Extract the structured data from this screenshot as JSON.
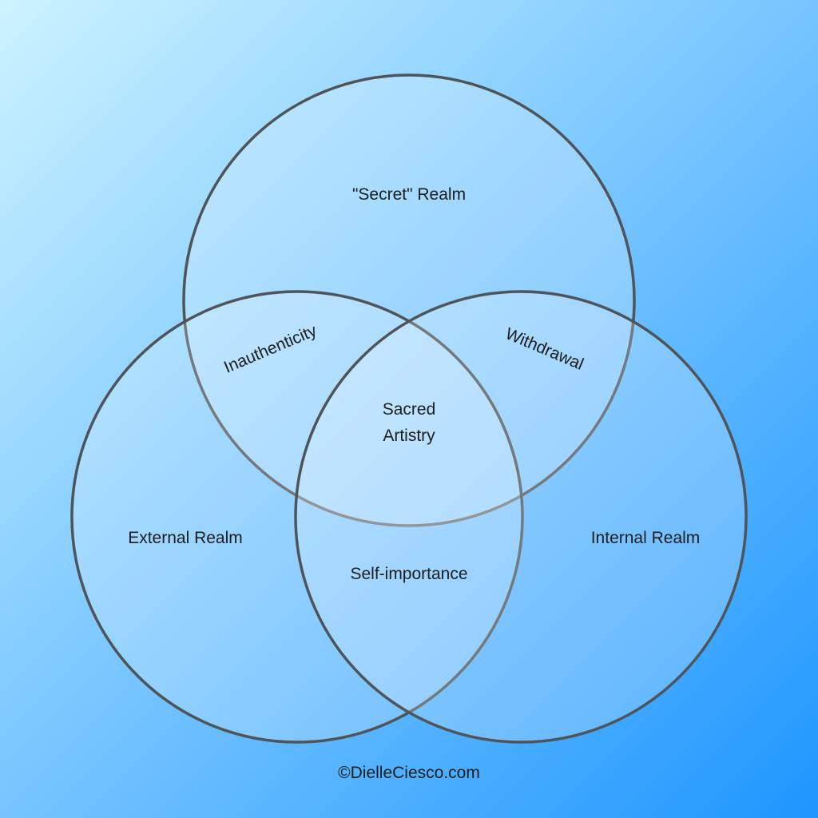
{
  "diagram": {
    "background": {
      "color_start": "#cdf3ff",
      "color_end": "#1e96ff"
    },
    "outline_color": "#4e5458",
    "circles": [
      {
        "id": "secret",
        "label": "\"Secret\" Realm"
      },
      {
        "id": "external",
        "label": "External Realm"
      },
      {
        "id": "internal",
        "label": "Internal Realm"
      }
    ],
    "intersections": {
      "secret_external": "Inauthenticity",
      "secret_internal": "Withdrawal",
      "external_internal": "Self-importance",
      "center_line1": "Sacred",
      "center_line2": "Artistry"
    },
    "credit": "©DielleCiesco.com"
  }
}
